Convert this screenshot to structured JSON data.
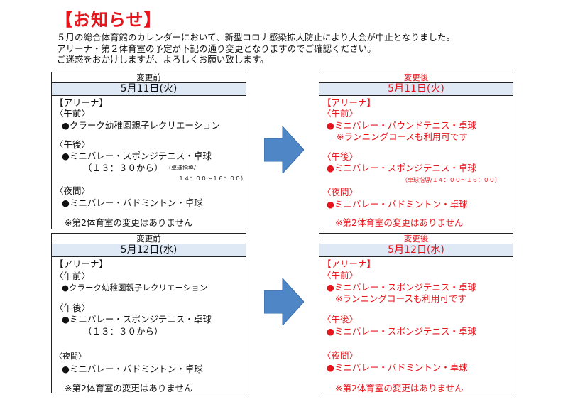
{
  "header": {
    "title": "【お知らせ】",
    "intro_lines": [
      "５月の総合体育館のカレンダーにおいて、新型コロナ感染拡大防止により大会が中止となりました。",
      "アリーナ・第２体育室の予定が下記の通り変更となりますのでご確認ください。",
      "ご迷惑をおかけしますが、よろしくお願い致します。"
    ]
  },
  "colors": {
    "accent_red": "#e8141b",
    "date_band": "#dfe9f5",
    "arrow_blue": "#4f86c6"
  },
  "icons": {
    "arrow": "right-arrow-icon"
  },
  "sections": [
    {
      "before": {
        "header": "変更前",
        "date": "5月11日(火)",
        "arena": "【アリーナ】",
        "morning_label": "〈午前〉",
        "morning_item": "●クラーク幼稚園親子レクリエーション",
        "afternoon_label": "〈午後〉",
        "afternoon_item": "●ミニバレー・スポンジテニス・卓球",
        "afternoon_time": "（１３：３０から）",
        "afternoon_note1": "（卓球指導/",
        "afternoon_note2": "１４：００～１６：００）",
        "night_label": "〈夜間〉",
        "night_item": "●ミニバレー・バドミントン・卓球",
        "footer": "※第2体育室の変更はありません"
      },
      "after": {
        "header": "変更後",
        "date": "5月11日(火)",
        "arena": "【アリーナ】",
        "morning_label": "〈午前〉",
        "morning_item": "●ミニバレー・パウンドテニス・卓球",
        "morning_note": "※ランニングコースも利用可です",
        "afternoon_label": "〈午後〉",
        "afternoon_item": "●ミニバレー・スポンジテニス・卓球",
        "afternoon_note": "（卓球指導/１４：００～１６：００）",
        "night_label": "〈夜間〉",
        "night_item": "●ミニバレー・バドミントン・卓球",
        "footer": "※第2体育室の変更はありません"
      }
    },
    {
      "before": {
        "header": "変更前",
        "date": "5月12日(水)",
        "arena": "【アリーナ】",
        "morning_label": "〈午前〉",
        "morning_item": "●クラーク幼稚園親子レクリエーション",
        "afternoon_label": "〈午後〉",
        "afternoon_item": "●ミニバレー・スポンジテニス・卓球",
        "afternoon_time": "（１３：３０から）",
        "night_label": "〈夜間〉",
        "night_item": "●ミニバレー・バドミントン・卓球",
        "footer": "※第2体育室の変更はありません"
      },
      "after": {
        "header": "変更後",
        "date": "5月12日(水)",
        "arena": "【アリーナ】",
        "morning_label": "〈午前〉",
        "morning_item": "●ミニバレー・スポンジテニス・卓球",
        "morning_note": "※ランニングコースも利用可です",
        "afternoon_label": "〈午後〉",
        "afternoon_item": "●ミニバレー・スポンジテニス・卓球",
        "night_label": "〈夜間〉",
        "night_item": "●ミニバレー・バドミントン・卓球",
        "footer": "※第2体育室の変更はありません"
      }
    }
  ]
}
